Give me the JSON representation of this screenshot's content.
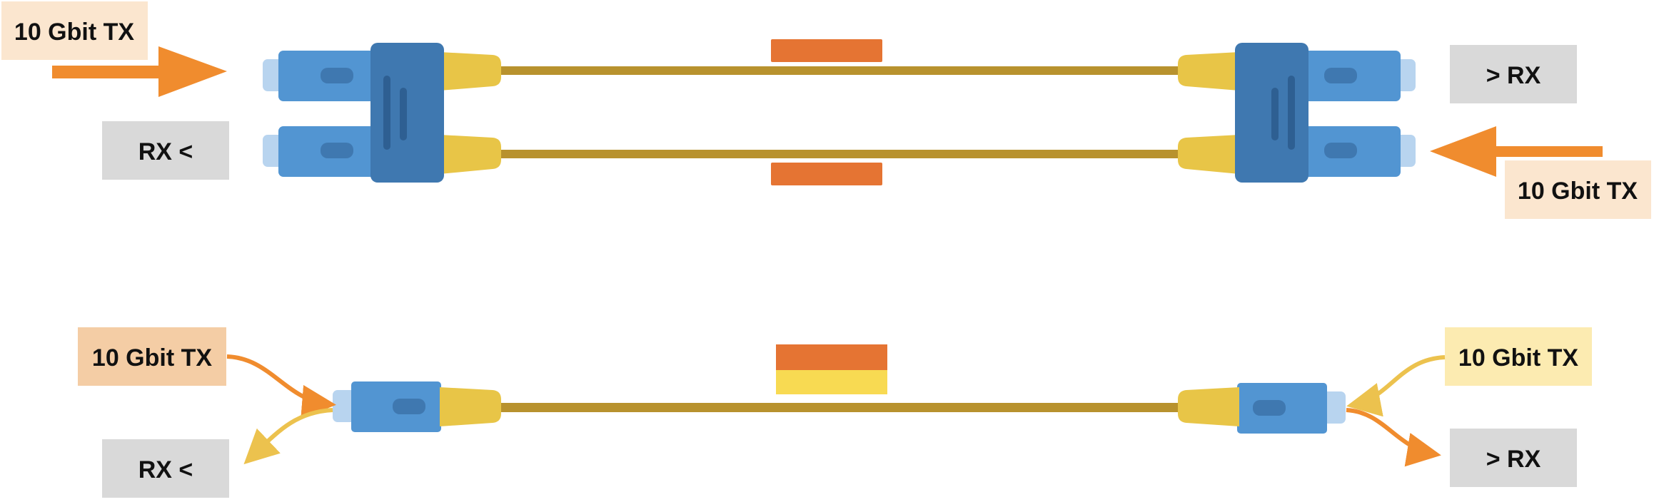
{
  "colors": {
    "connector_blue": "#5295d2",
    "connector_blue_dark": "#3f78b0",
    "connector_blue_light": "#b8d4ef",
    "latch_blue": "#2e5f92",
    "boot_yellow": "#e8c547",
    "fiber_gold": "#b8922e",
    "tx_arrow_orange": "#f08c2e",
    "rx_arrow_yellow": "#ecc24e",
    "marker_orange": "#e57433",
    "marker_yellow": "#f8da52",
    "tx_label_bg_light": "#fbe6cf",
    "tx_label_bg_orange": "#f4cda5",
    "tx_label_bg_yellow": "#fcebb1",
    "rx_label_bg": "#d9d9d9"
  },
  "top": {
    "left": {
      "tx_label": "10 Gbit TX",
      "rx_label": "RX <"
    },
    "right": {
      "tx_label": "10 Gbit TX",
      "rx_label": "> RX"
    },
    "upper_fiber_marker": "orange",
    "lower_fiber_marker": "orange"
  },
  "bottom": {
    "left": {
      "tx_label": "10 Gbit TX",
      "rx_label": "RX <"
    },
    "right": {
      "tx_label": "10 Gbit TX",
      "rx_label": "> RX"
    },
    "fiber_marker": [
      "orange",
      "yellow"
    ]
  }
}
